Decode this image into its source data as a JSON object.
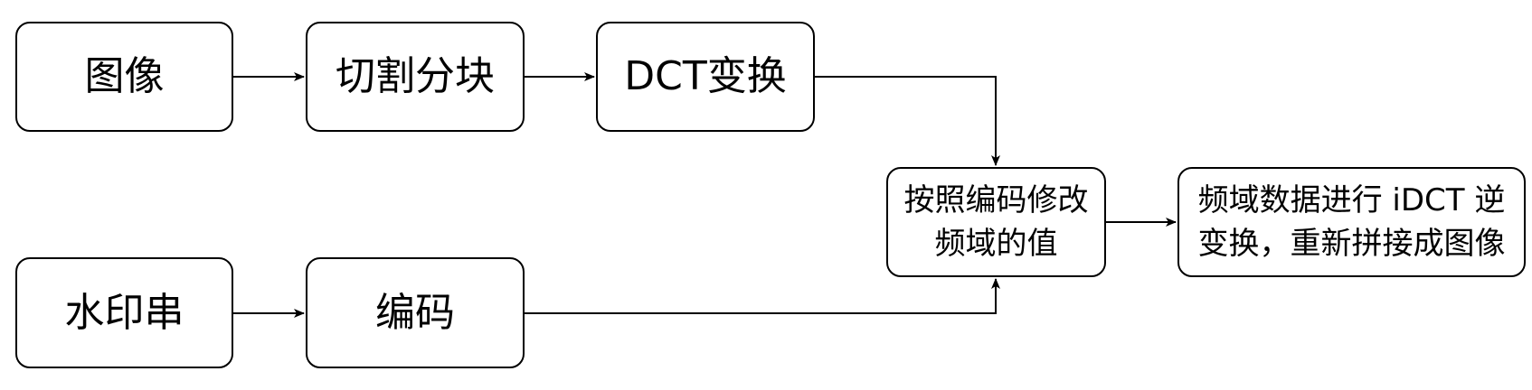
{
  "diagram": {
    "nodes": {
      "image": "图像",
      "split": "切割分块",
      "dct": "DCT变换",
      "watermark": "水印串",
      "encode": "编码",
      "modify": [
        "按照编码修改",
        "频域的值"
      ],
      "idct": [
        "频域数据进行 iDCT 逆",
        "变换，重新拼接成图像"
      ]
    },
    "edges": [
      [
        "image",
        "split"
      ],
      [
        "split",
        "dct"
      ],
      [
        "dct",
        "modify"
      ],
      [
        "watermark",
        "encode"
      ],
      [
        "encode",
        "modify"
      ],
      [
        "modify",
        "idct"
      ]
    ]
  }
}
